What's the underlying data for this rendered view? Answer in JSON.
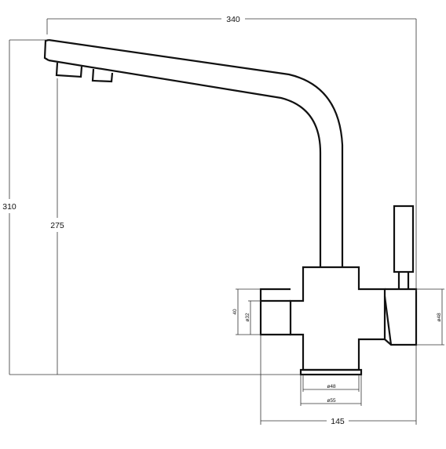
{
  "drawing": {
    "subject": "kitchen faucet technical drawing",
    "line_color": "#111111",
    "background": "#ffffff"
  },
  "dimensions": {
    "total_width": "340",
    "total_height": "310",
    "spout_height": "275",
    "base_width": "145",
    "outlet_height": "40",
    "outlet_diameter": "ø32",
    "handle_diameter": "ø48",
    "base_inner_diameter": "ø48",
    "base_outer_diameter": "ø55"
  }
}
